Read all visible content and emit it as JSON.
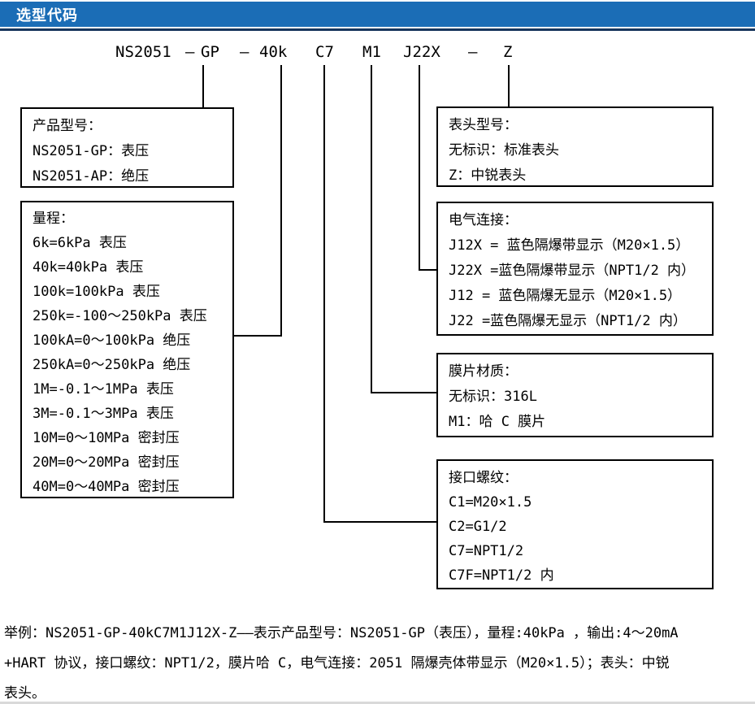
{
  "header": {
    "title": "选型代码"
  },
  "colors": {
    "header_bg": "#1b6db6",
    "header_underline": "#17365d",
    "border": "#000000",
    "text": "#000000"
  },
  "code_line": {
    "segments": [
      "NS2051",
      "–",
      "GP",
      "–",
      "40k",
      "C7",
      "M1",
      "J22X",
      "–",
      "Z"
    ]
  },
  "boxes": {
    "product_model": {
      "title": "产品型号：",
      "lines": [
        "NS2051-GP：表压",
        "NS2051-AP：绝压"
      ]
    },
    "range": {
      "title": "量程：",
      "lines": [
        "6k=6kPa 表压",
        "40k=40kPa 表压",
        "100k=100kPa 表压",
        "250k=-100～250kPa 表压",
        "100kA=0～100kPa 绝压",
        "250kA=0～250kPa 绝压",
        "1M=-0.1～1MPa 表压",
        "3M=-0.1～3MPa 表压",
        "10M=0～10MPa 密封压",
        "20M=0～20MPa 密封压",
        "40M=0～40MPa 密封压"
      ]
    },
    "display_head": {
      "title": "表头型号：",
      "lines": [
        "无标识：标准表头",
        "Z：中锐表头"
      ]
    },
    "electrical": {
      "title": "电气连接：",
      "lines": [
        "J12X = 蓝色隔爆带显示（M20×1.5）",
        "J22X =蓝色隔爆带显示（NPT1/2 内）",
        "J12 = 蓝色隔爆无显示（M20×1.5）",
        "J22 =蓝色隔爆无显示（NPT1/2 内）"
      ]
    },
    "diaphragm": {
      "title": "膜片材质：",
      "lines": [
        "无标识：316L",
        "M1：哈 C 膜片"
      ]
    },
    "thread": {
      "title": "接口螺纹：",
      "lines": [
        "C1=M20×1.5",
        "C2=G1/2",
        "C7=NPT1/2",
        "C7F=NPT1/2 内"
      ]
    }
  },
  "example": {
    "lines": [
      "举例：NS2051-GP-40kC7M1J12X-Z——表示产品型号：NS2051-GP（表压），量程:40kPa ，输出:4～20mA",
      "+HART 协议，接口螺纹：NPT1/2，膜片哈 C，电气连接：2051 隔爆壳体带显示（M20×1.5）；表头：中锐",
      "表头。"
    ]
  }
}
